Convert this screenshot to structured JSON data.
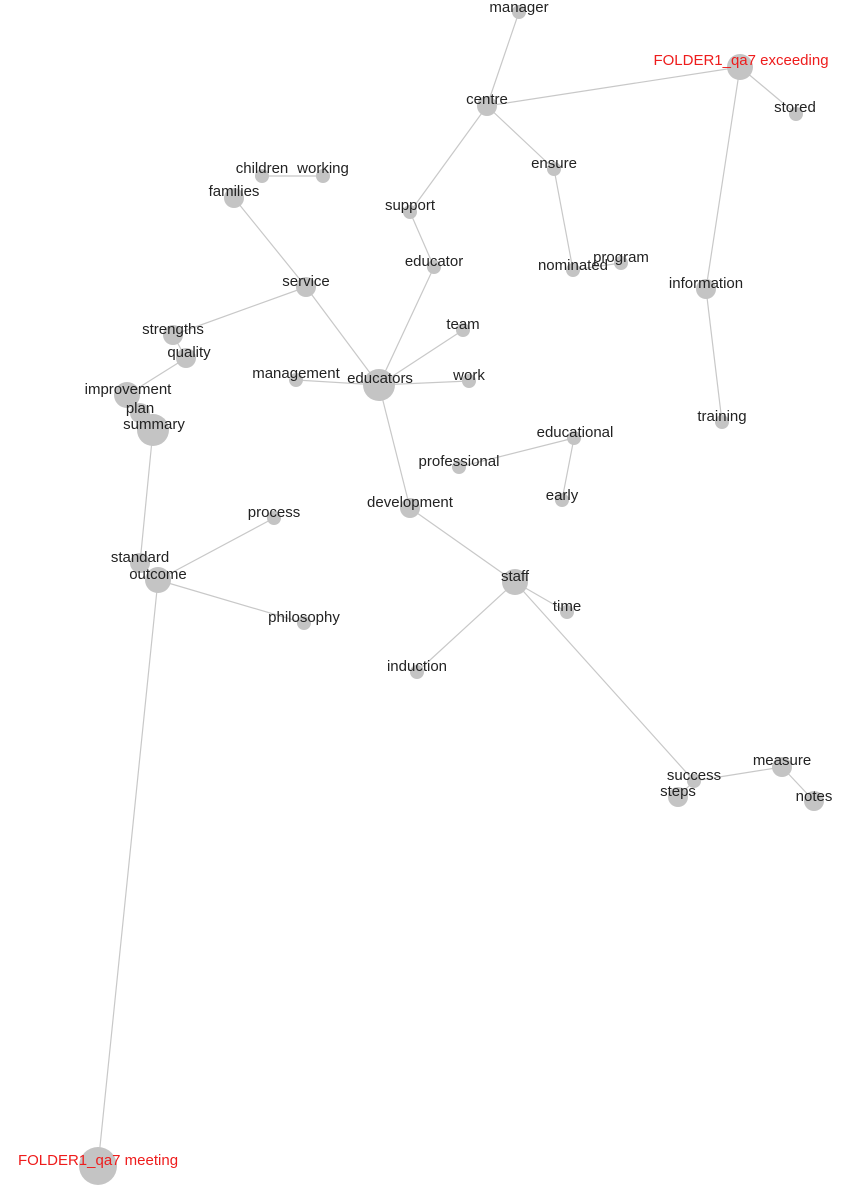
{
  "colors": {
    "node": "#c4c4c4",
    "edge": "#c8c8c8",
    "term_label": "#222222",
    "folder_label": "#ee1c1c"
  },
  "nodes": [
    {
      "id": "manager",
      "label": "manager",
      "kind": "term",
      "weight": 1
    },
    {
      "id": "centre",
      "label": "centre",
      "kind": "term",
      "weight": 2
    },
    {
      "id": "folder_exceeding",
      "label": "FOLDER1_qa7 exceeding",
      "kind": "folder",
      "weight": 3
    },
    {
      "id": "stored",
      "label": "stored",
      "kind": "term",
      "weight": 1
    },
    {
      "id": "ensure",
      "label": "ensure",
      "kind": "term",
      "weight": 1
    },
    {
      "id": "children",
      "label": "children",
      "kind": "term",
      "weight": 1
    },
    {
      "id": "working",
      "label": "working",
      "kind": "term",
      "weight": 1
    },
    {
      "id": "families",
      "label": "families",
      "kind": "term",
      "weight": 2
    },
    {
      "id": "support",
      "label": "support",
      "kind": "term",
      "weight": 1
    },
    {
      "id": "nominated",
      "label": "nominated",
      "kind": "term",
      "weight": 1
    },
    {
      "id": "program",
      "label": "program",
      "kind": "term",
      "weight": 1
    },
    {
      "id": "educator",
      "label": "educator",
      "kind": "term",
      "weight": 1
    },
    {
      "id": "information",
      "label": "information",
      "kind": "term",
      "weight": 2
    },
    {
      "id": "service",
      "label": "service",
      "kind": "term",
      "weight": 2
    },
    {
      "id": "strengths",
      "label": "strengths",
      "kind": "term",
      "weight": 2
    },
    {
      "id": "team",
      "label": "team",
      "kind": "term",
      "weight": 1
    },
    {
      "id": "quality",
      "label": "quality",
      "kind": "term",
      "weight": 2
    },
    {
      "id": "management",
      "label": "management",
      "kind": "term",
      "weight": 1
    },
    {
      "id": "educators",
      "label": "educators",
      "kind": "term",
      "weight": 4
    },
    {
      "id": "work",
      "label": "work",
      "kind": "term",
      "weight": 1
    },
    {
      "id": "improvement",
      "label": "improvement",
      "kind": "term",
      "weight": 3
    },
    {
      "id": "plan",
      "label": "plan",
      "kind": "term",
      "weight": 2
    },
    {
      "id": "summary",
      "label": "summary",
      "kind": "term",
      "weight": 4
    },
    {
      "id": "training",
      "label": "training",
      "kind": "term",
      "weight": 1
    },
    {
      "id": "educational",
      "label": "educational",
      "kind": "term",
      "weight": 1
    },
    {
      "id": "professional",
      "label": "professional",
      "kind": "term",
      "weight": 1
    },
    {
      "id": "early",
      "label": "early",
      "kind": "term",
      "weight": 1
    },
    {
      "id": "development",
      "label": "development",
      "kind": "term",
      "weight": 2
    },
    {
      "id": "process",
      "label": "process",
      "kind": "term",
      "weight": 1
    },
    {
      "id": "standard",
      "label": "standard",
      "kind": "term",
      "weight": 2
    },
    {
      "id": "outcome",
      "label": "outcome",
      "kind": "term",
      "weight": 3
    },
    {
      "id": "staff",
      "label": "staff",
      "kind": "term",
      "weight": 3
    },
    {
      "id": "time",
      "label": "time",
      "kind": "term",
      "weight": 1
    },
    {
      "id": "philosophy",
      "label": "philosophy",
      "kind": "term",
      "weight": 1
    },
    {
      "id": "induction",
      "label": "induction",
      "kind": "term",
      "weight": 1
    },
    {
      "id": "success",
      "label": "success",
      "kind": "term",
      "weight": 1
    },
    {
      "id": "measure",
      "label": "measure",
      "kind": "term",
      "weight": 2
    },
    {
      "id": "steps",
      "label": "steps",
      "kind": "term",
      "weight": 2
    },
    {
      "id": "notes",
      "label": "notes",
      "kind": "term",
      "weight": 2
    },
    {
      "id": "folder_meeting",
      "label": "FOLDER1_qa7 meeting",
      "kind": "folder",
      "weight": 5
    }
  ],
  "edges": [
    [
      "manager",
      "centre"
    ],
    [
      "centre",
      "folder_exceeding"
    ],
    [
      "folder_exceeding",
      "stored"
    ],
    [
      "folder_exceeding",
      "information"
    ],
    [
      "information",
      "training"
    ],
    [
      "centre",
      "ensure"
    ],
    [
      "ensure",
      "nominated"
    ],
    [
      "nominated",
      "program"
    ],
    [
      "centre",
      "support"
    ],
    [
      "support",
      "educator"
    ],
    [
      "educator",
      "educators"
    ],
    [
      "children",
      "working"
    ],
    [
      "families",
      "service"
    ],
    [
      "service",
      "educators"
    ],
    [
      "service",
      "strengths"
    ],
    [
      "strengths",
      "quality"
    ],
    [
      "quality",
      "improvement"
    ],
    [
      "improvement",
      "plan"
    ],
    [
      "plan",
      "summary"
    ],
    [
      "summary",
      "standard"
    ],
    [
      "team",
      "educators"
    ],
    [
      "management",
      "educators"
    ],
    [
      "educators",
      "work"
    ],
    [
      "educators",
      "development"
    ],
    [
      "development",
      "staff"
    ],
    [
      "professional",
      "educational"
    ],
    [
      "educational",
      "early"
    ],
    [
      "standard",
      "outcome"
    ],
    [
      "outcome",
      "process"
    ],
    [
      "outcome",
      "philosophy"
    ],
    [
      "outcome",
      "folder_meeting"
    ],
    [
      "staff",
      "time"
    ],
    [
      "staff",
      "induction"
    ],
    [
      "staff",
      "success"
    ],
    [
      "success",
      "steps"
    ],
    [
      "success",
      "measure"
    ],
    [
      "measure",
      "notes"
    ]
  ]
}
